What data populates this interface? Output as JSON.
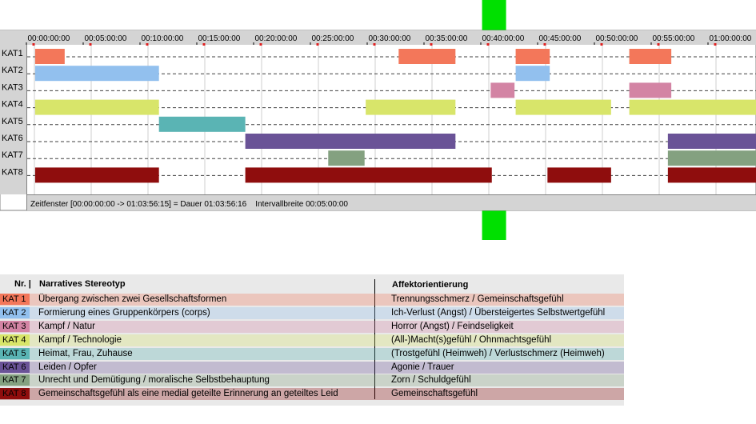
{
  "chart_data": {
    "type": "timeline",
    "tick_labels": [
      "00:00:00:00",
      "00:05:00:00",
      "00:10:00:00",
      "00:15:00:00",
      "00:20:00:00",
      "00:25:00:00",
      "00:30:00:00",
      "00:35:00:00",
      "00:40:00:00",
      "00:45:00:00",
      "00:50:00:00",
      "00:55:00:00",
      "01:00:00:00"
    ],
    "tick_minutes": [
      0,
      5,
      10,
      15,
      20,
      25,
      30,
      35,
      40,
      45,
      50,
      55,
      60
    ],
    "x_range_minutes": [
      0,
      64
    ],
    "marker_minute": 40.5,
    "categories": [
      "KAT1",
      "KAT2",
      "KAT3",
      "KAT4",
      "KAT5",
      "KAT6",
      "KAT7",
      "KAT8"
    ],
    "colors": [
      "#f3775a",
      "#92c0ee",
      "#d384a4",
      "#d8e56a",
      "#5ab4b4",
      "#6a5397",
      "#84a180",
      "#8f0d0d"
    ],
    "segments": [
      {
        "cat": 0,
        "start": 0.1,
        "end": 2.7
      },
      {
        "cat": 0,
        "start": 32.1,
        "end": 37.1
      },
      {
        "cat": 0,
        "start": 42.4,
        "end": 45.4
      },
      {
        "cat": 0,
        "start": 52.4,
        "end": 56.1
      },
      {
        "cat": 1,
        "start": 0.1,
        "end": 11.0
      },
      {
        "cat": 1,
        "start": 42.4,
        "end": 45.4
      },
      {
        "cat": 2,
        "start": 40.2,
        "end": 42.3
      },
      {
        "cat": 2,
        "start": 52.4,
        "end": 56.1
      },
      {
        "cat": 3,
        "start": 0.1,
        "end": 11.0
      },
      {
        "cat": 3,
        "start": 29.2,
        "end": 37.1
      },
      {
        "cat": 3,
        "start": 42.4,
        "end": 50.8
      },
      {
        "cat": 3,
        "start": 52.4,
        "end": 64.0
      },
      {
        "cat": 4,
        "start": 11.0,
        "end": 18.6
      },
      {
        "cat": 5,
        "start": 18.6,
        "end": 37.1
      },
      {
        "cat": 5,
        "start": 55.8,
        "end": 64.0
      },
      {
        "cat": 6,
        "start": 25.9,
        "end": 29.1
      },
      {
        "cat": 6,
        "start": 55.8,
        "end": 64.0
      },
      {
        "cat": 7,
        "start": 0.1,
        "end": 11.0
      },
      {
        "cat": 7,
        "start": 18.6,
        "end": 40.3
      },
      {
        "cat": 7,
        "start": 45.2,
        "end": 50.8
      },
      {
        "cat": 7,
        "start": 55.8,
        "end": 64.0
      }
    ],
    "status_text": "Zeitfenster [00:00:00:00 -> 01:03:56:15] = Dauer 01:03:56:16    Intervallbreite 00:05:00:00"
  },
  "legend": {
    "header_nr": "Nr. |",
    "header_stereotyp": "Narratives Stereotyp",
    "header_affekt": "Affektorientierung",
    "rows": [
      {
        "nr": "KAT 1",
        "stereotyp": "Übergang zwischen zwei Gesellschaftsformen",
        "affekt": "Trennungsschmerz / Gemeinschaftsgefühl"
      },
      {
        "nr": "KAT 2",
        "stereotyp": "Formierung eines Gruppenkörpers (corps)",
        "affekt": "Ich-Verlust (Angst) / Übersteigertes Selbstwertgefühl"
      },
      {
        "nr": "KAT 3",
        "stereotyp": "Kampf / Natur",
        "affekt": "Horror (Angst) / Feindseligkeit"
      },
      {
        "nr": "KAT 4",
        "stereotyp": "Kampf / Technologie",
        "affekt": "(All-)Macht(s)gefühl / Ohnmachtsgefühl"
      },
      {
        "nr": "KAT 5",
        "stereotyp": "Heimat, Frau, Zuhause",
        "affekt": "(Trostgefühl (Heimweh) / Verlustschmerz (Heimweh)"
      },
      {
        "nr": "KAT 6",
        "stereotyp": "Leiden / Opfer",
        "affekt": "Agonie / Trauer"
      },
      {
        "nr": "KAT 7",
        "stereotyp": "Unrecht und Demütigung / moralische Selbstbehauptung",
        "affekt": "Zorn / Schuldgefühl"
      },
      {
        "nr": "KAT 8",
        "stereotyp": "Gemeinschaftsgefühl als eine medial geteilte Erinnerung an geteiltes Leid",
        "affekt": "Gemeinschaftsgefühl"
      }
    ]
  }
}
